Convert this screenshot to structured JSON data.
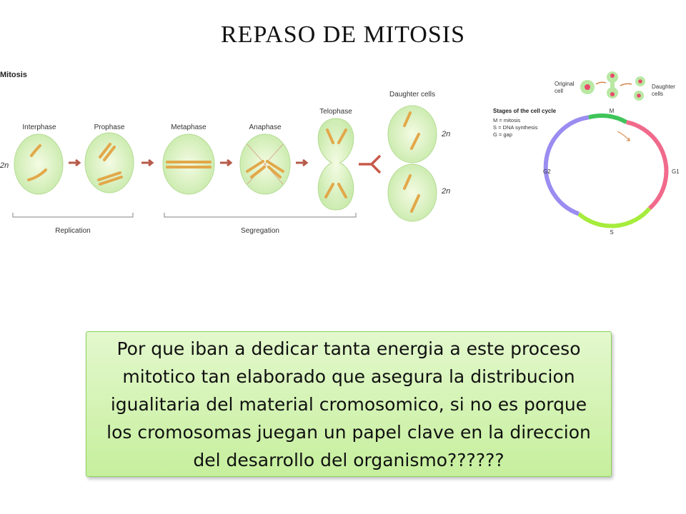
{
  "title": "REPASO DE MITOSIS",
  "mitosis": {
    "heading": "Mitosis",
    "stages": [
      "Interphase",
      "Prophase",
      "Metaphase",
      "Anaphase",
      "Telophase",
      "Daughter cells"
    ],
    "ploidy_left": "2n",
    "ploidy_top": "2n",
    "ploidy_bottom": "2n",
    "group_replication": "Replication",
    "group_segregation": "Segregation"
  },
  "cycle": {
    "original_cell": [
      "Original",
      "cell"
    ],
    "daughter_cells": [
      "Daughter",
      "cells"
    ],
    "legend_title": "Stages of the cell cycle",
    "legend_items": [
      "M = mitosis",
      "S = DNA synthesis",
      "G = gap"
    ],
    "phase_M": "M",
    "phase_G1": "G1",
    "phase_S": "S",
    "phase_G2": "G2",
    "colors": {
      "M": "#3fc45a",
      "G1": "#f06a8c",
      "S": "#a6ec3c",
      "G2": "#9a8cf0"
    }
  },
  "callout_text": "Por que iban a dedicar tanta energia a este proceso mitotico tan elaborado que asegura la distribucion igualitaria del material cromosomico, si no es porque los cromosomas juegan un papel clave en la direccion del desarrollo del organismo??????"
}
